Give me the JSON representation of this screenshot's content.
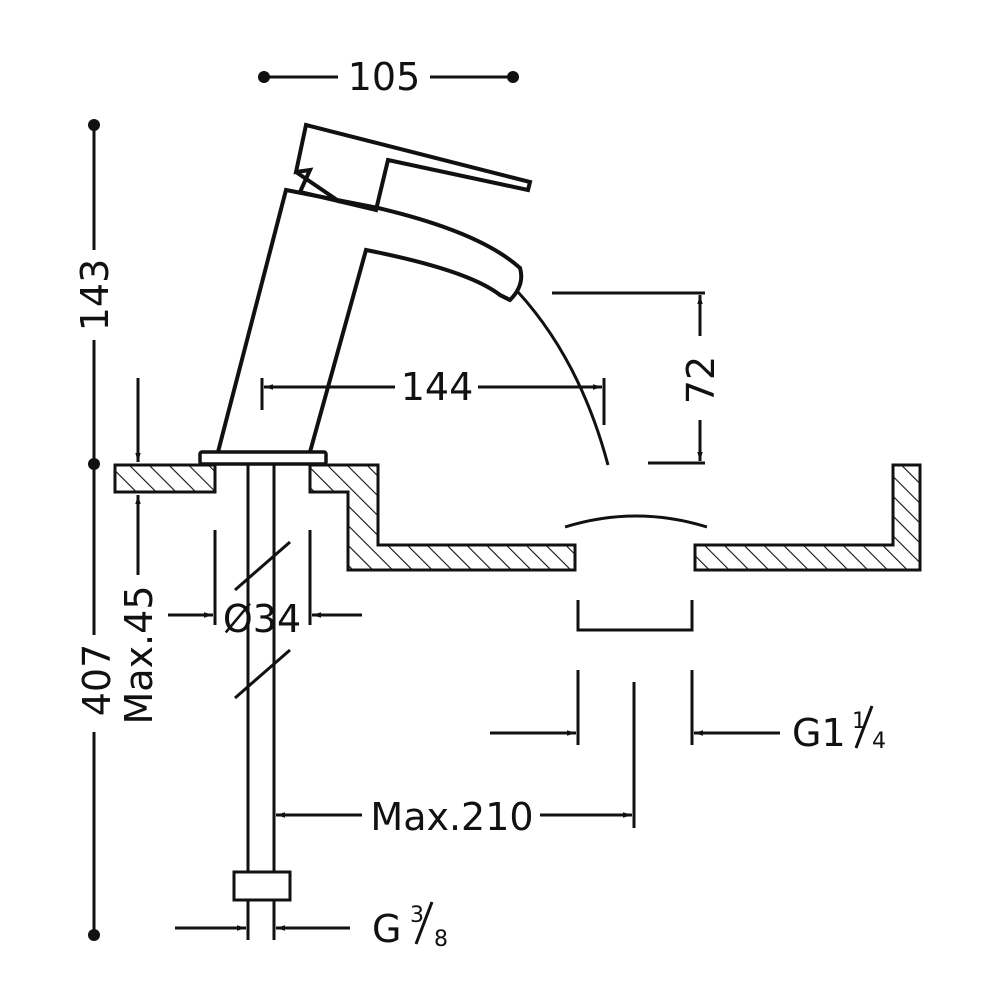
{
  "dimensions": {
    "width_top": "105",
    "height_faucet": "143",
    "reach_spout": "144",
    "spout_clearance": "72",
    "max_counter": "Max.45",
    "hole_diameter": "Ø34",
    "total_height": "407",
    "max_tail": "Max.210",
    "drain_thread": "G1",
    "drain_fraction_num": "1",
    "drain_fraction_den": "4",
    "supply_thread": "G",
    "supply_fraction_num": "3",
    "supply_fraction_den": "8"
  }
}
